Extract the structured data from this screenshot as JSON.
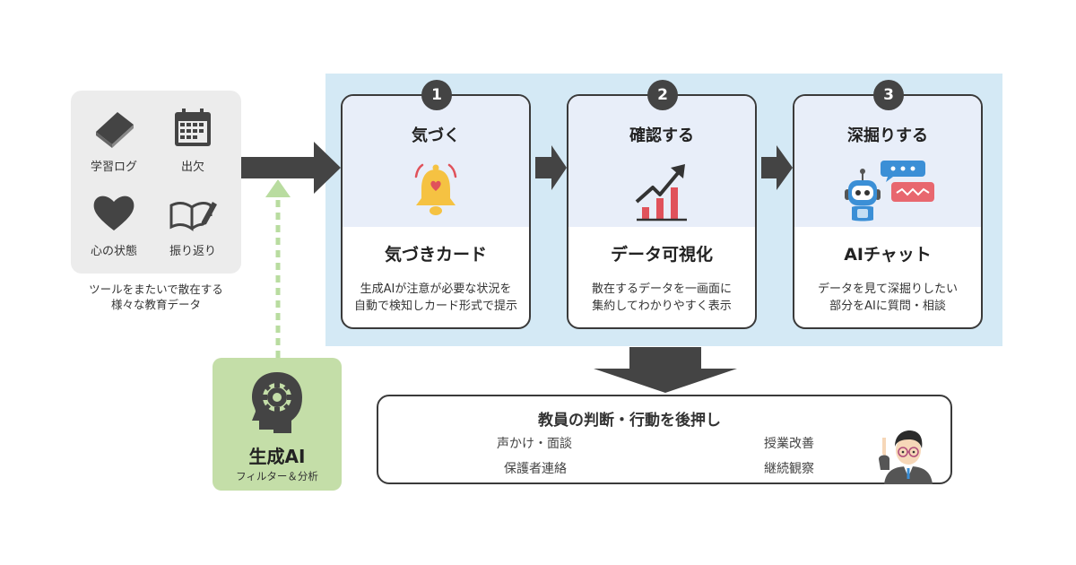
{
  "tools": {
    "items": [
      {
        "label": "学習ログ",
        "icon": "book-icon"
      },
      {
        "label": "出欠",
        "icon": "calendar-icon"
      },
      {
        "label": "心の状態",
        "icon": "heart-icon"
      },
      {
        "label": "振り返り",
        "icon": "notebook-pen-icon"
      }
    ],
    "caption_line1": "ツールをまたいで散在する",
    "caption_line2": "様々な教育データ"
  },
  "steps": [
    {
      "num": "1",
      "title": "気づく",
      "subtitle": "気づきカード",
      "desc_line1": "生成AIが注意が必要な状況を",
      "desc_line2": "自動で検知しカード形式で提示",
      "icon": "bell-icon"
    },
    {
      "num": "2",
      "title": "確認する",
      "subtitle": "データ可視化",
      "desc_line1": "散在するデータを一画面に",
      "desc_line2": "集約してわかりやすく表示",
      "icon": "bar-chart-icon"
    },
    {
      "num": "3",
      "title": "深掘りする",
      "subtitle": "AIチャット",
      "desc_line1": "データを見て深掘りしたい",
      "desc_line2": "部分をAIに質問・相談",
      "icon": "robot-chat-icon"
    }
  ],
  "support": {
    "title": "教員の判断・行動を後押し",
    "items": [
      "声かけ・面談",
      "授業改善",
      "保護者連絡",
      "継続観察"
    ]
  },
  "genai": {
    "title": "生成AI",
    "subtitle": "フィルター＆分析"
  },
  "colors": {
    "process_bg": "#d4e9f5",
    "card_top": "#e8eef9",
    "genai_bg": "#c4dea8",
    "arrow": "#444444",
    "dashed_arrow": "#b9dca0",
    "bell": "#f5c242",
    "chart_bar": "#e0525b"
  }
}
